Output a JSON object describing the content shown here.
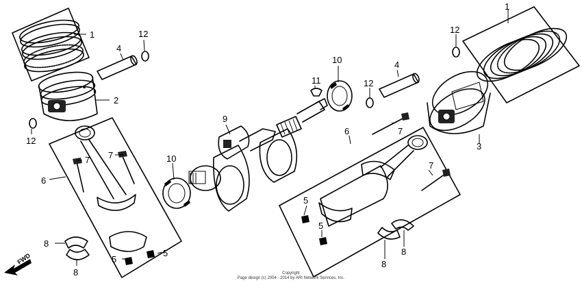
{
  "callouts": {
    "c1_left": "1",
    "c1_right": "1",
    "c2": "2",
    "c3": "3",
    "c4_left": "4",
    "c4_right": "4",
    "c5_a": "5",
    "c5_b": "5",
    "c5_c": "5",
    "c5_d": "5",
    "c6_left": "6",
    "c6_right": "6",
    "c7_a": "7",
    "c7_b": "7",
    "c7_c": "7",
    "c7_d": "7",
    "c8_a": "8",
    "c8_b": "8",
    "c8_c": "8",
    "c8_d": "8",
    "c9": "9",
    "c10_left": "10",
    "c10_right": "10",
    "c11": "11",
    "c12_a": "12",
    "c12_b": "12",
    "c12_c": "12",
    "c12_d": "12"
  },
  "direction": {
    "fwd": "FWD"
  },
  "footer": {
    "line1": "Copyright",
    "line2": "Page design (c) 2004 - 2014 by ARI Network Services, Inc."
  }
}
